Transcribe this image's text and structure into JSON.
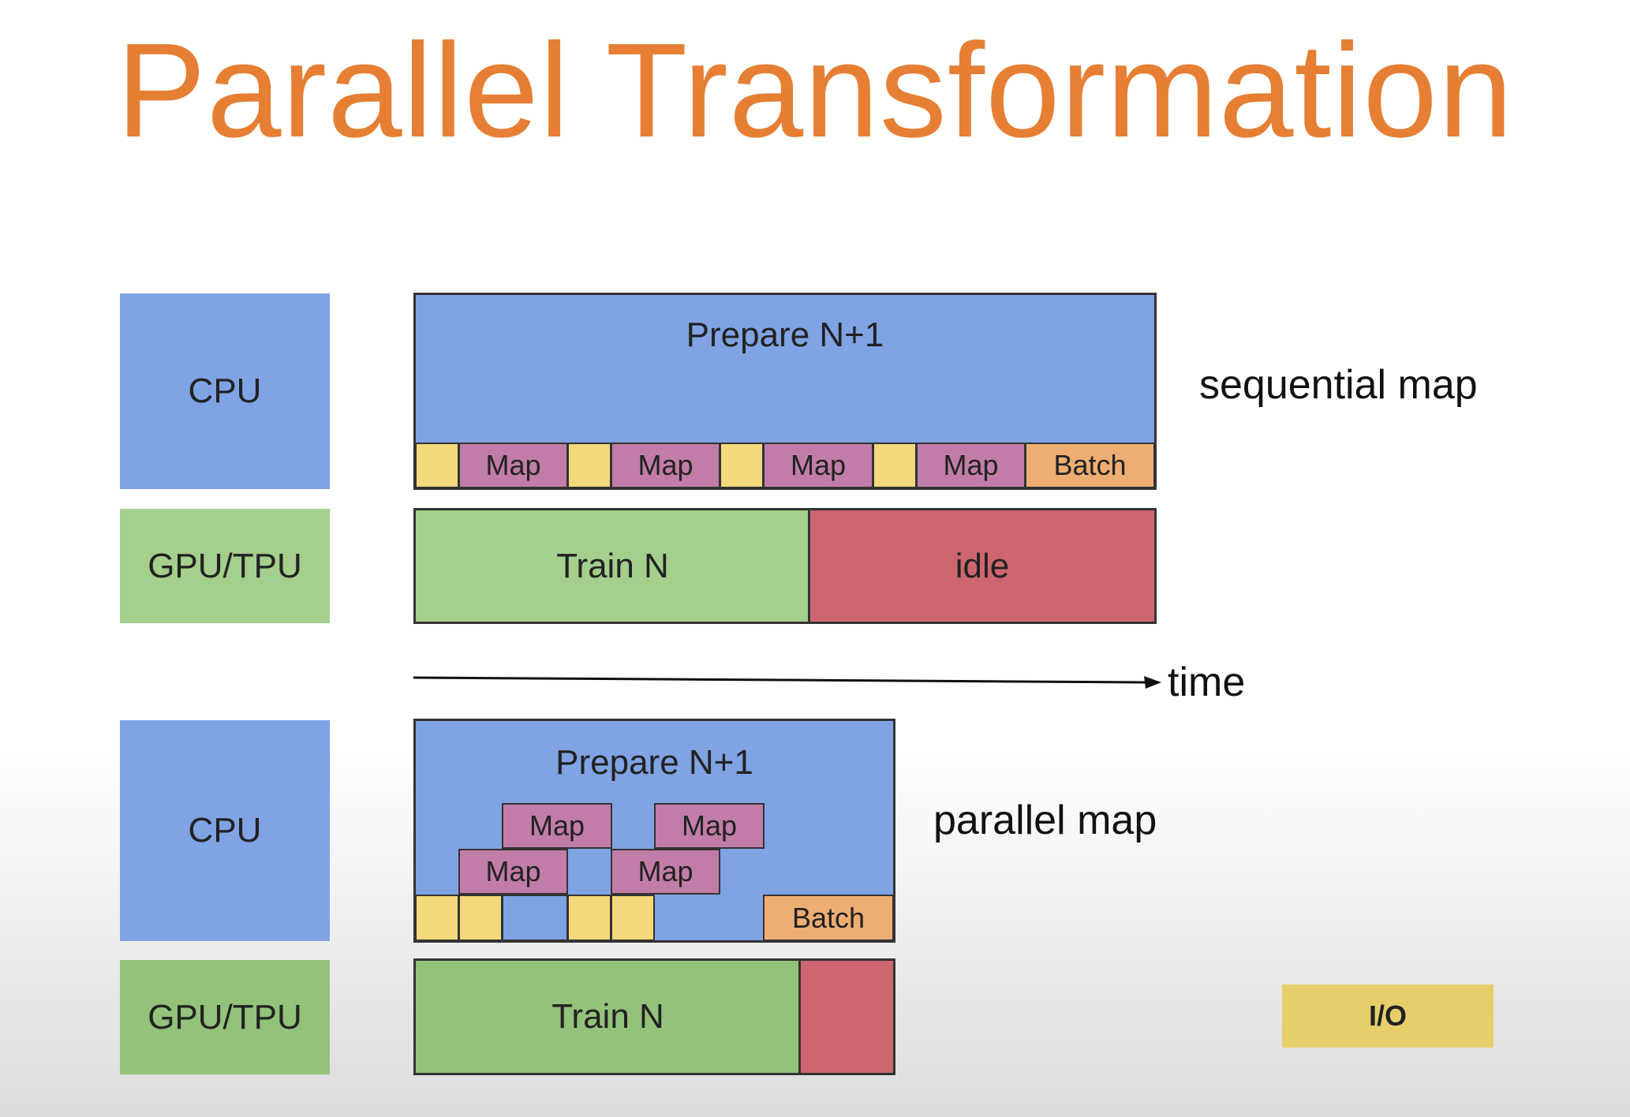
{
  "title": "Parallel Transformation",
  "colors": {
    "title": "#e67f34",
    "cpu": "#7fa3e3",
    "gpu": "#a4cf8c",
    "idle": "#cd6670",
    "map": "#c17da7",
    "io": "#f3d97b",
    "batch": "#eeae73"
  },
  "sequential": {
    "cpu_label": "CPU",
    "gpu_label": "GPU/TPU",
    "prepare_label": "Prepare N+1",
    "map_label": "Map",
    "batch_label": "Batch",
    "train_label": "Train N",
    "idle_label": "idle",
    "side_label": "sequential map"
  },
  "time_label": "time",
  "parallel": {
    "cpu_label": "CPU",
    "gpu_label": "GPU/TPU",
    "prepare_label": "Prepare N+1",
    "map_label": "Map",
    "batch_label": "Batch",
    "train_label": "Train N",
    "side_label": "parallel map"
  },
  "legend": {
    "io_label": "I/O"
  }
}
